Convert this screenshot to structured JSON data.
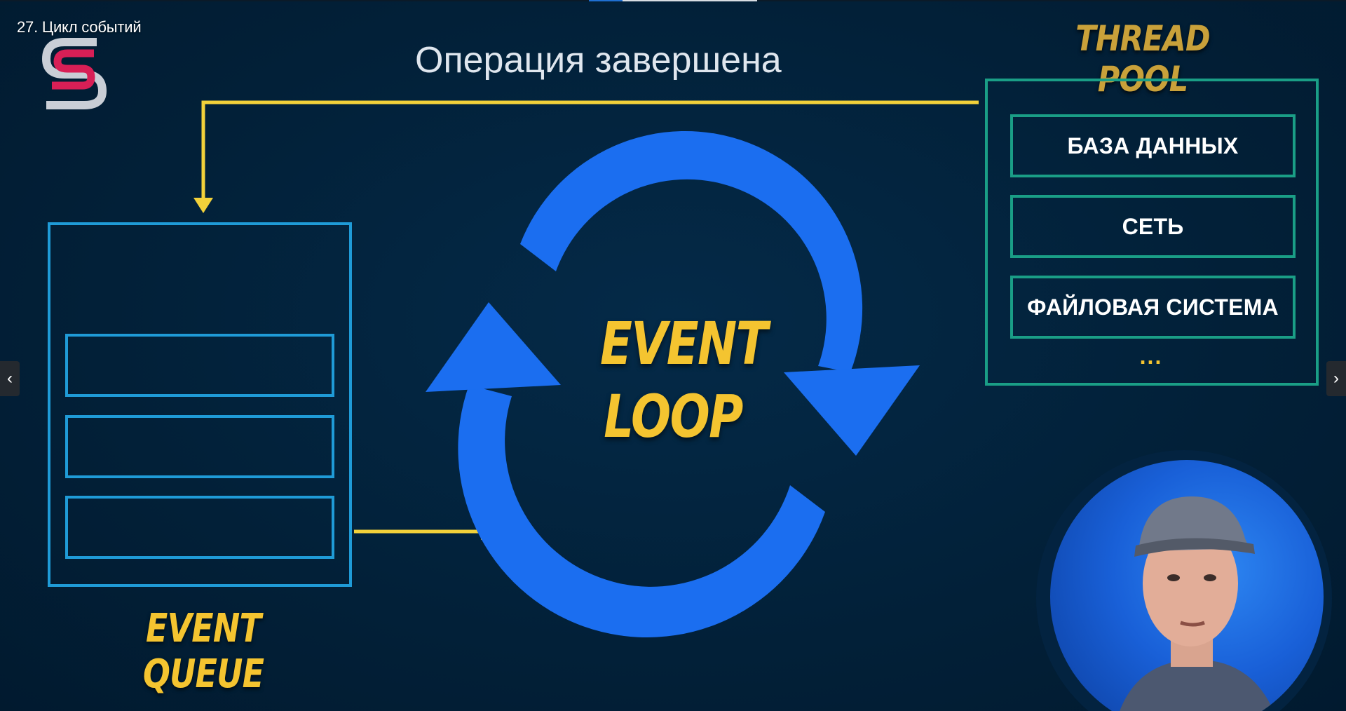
{
  "video": {
    "title": "27. Цикл событий",
    "progress_fraction": 0.46
  },
  "slide": {
    "heading": "Операция завершена",
    "thread_pool": {
      "title": "THREAD POOL",
      "items": [
        "БАЗА ДАННЫХ",
        "СЕТЬ",
        "ФАЙЛОВАЯ СИСТЕМА"
      ],
      "more": "..."
    },
    "event_queue": {
      "label": "EVENT QUEUE"
    },
    "event_loop": {
      "line1": "EVENT",
      "line2": "LOOP"
    }
  },
  "nav": {
    "prev_icon": "chevron-left-icon",
    "next_icon": "chevron-right-icon",
    "prev_glyph": "‹",
    "next_glyph": "›"
  },
  "colors": {
    "background": "#03213a",
    "label_yellow": "#f4c430",
    "pool_title_gold": "#c9a13a",
    "pool_green": "#1a9e86",
    "queue_blue": "#1f9bd7",
    "loop_blue": "#1b6ef0",
    "arrow_yellow": "#f2d13a"
  }
}
